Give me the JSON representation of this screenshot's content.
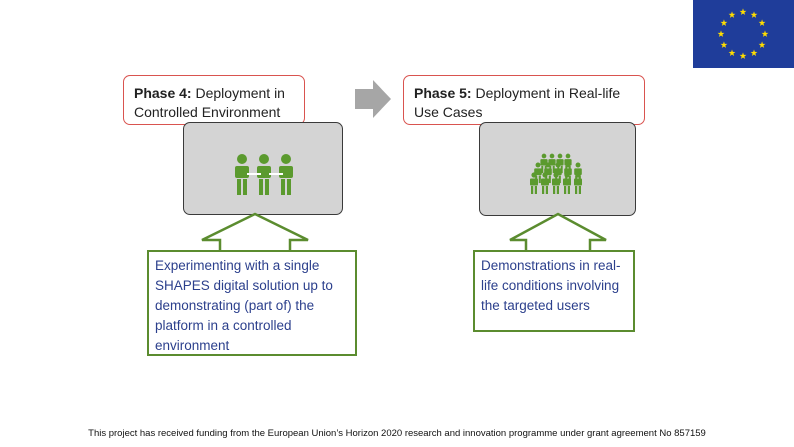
{
  "phases": [
    {
      "title": "Phase 4:",
      "desc": " Deployment in Controlled Environment"
    },
    {
      "title": "Phase 5:",
      "desc": " Deployment in Real-life Use Cases"
    }
  ],
  "callouts": [
    {
      "text": "Experimenting with a single SHAPES digital solution up to demonstrating (part of) the platform in a controlled environment"
    },
    {
      "text": "Demonstrations in real-life conditions involving the targeted users"
    }
  ],
  "footer": {
    "text": "This project has received funding from the European Union’s Horizon 2020 research and innovation programme under grant agreement No 857159"
  },
  "icons": {
    "eu_flag": "eu-flag-icon",
    "arrow": "right-arrow-icon",
    "people_small": "group-of-three-people-icon",
    "people_large": "crowd-of-people-icon"
  },
  "colors": {
    "phase_border": "#d9534f",
    "callout_border": "#5b8c2f",
    "callout_text": "#2b3f8c",
    "people": "#5b9a2e",
    "flag_blue": "#1f3d9a",
    "flag_star": "#ffdd00",
    "arrow": "#a6a6a6"
  }
}
